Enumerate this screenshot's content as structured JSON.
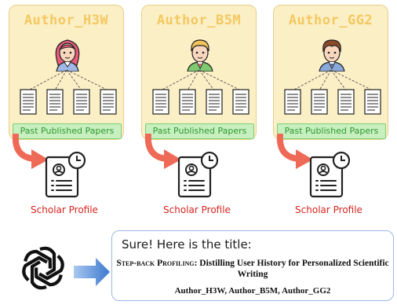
{
  "authors": [
    {
      "name": "Author_H3W",
      "avatar": "woman-pink-hair-icon",
      "papers_label": "Past Published Papers",
      "profile_label": "Scholar Profile"
    },
    {
      "name": "Author_B5M",
      "avatar": "man-blonde-green-suit-icon",
      "papers_label": "Past Published Papers",
      "profile_label": "Scholar Profile"
    },
    {
      "name": "Author_GG2",
      "avatar": "man-brown-hair-icon",
      "papers_label": "Past Published Papers",
      "profile_label": "Scholar Profile"
    }
  ],
  "icons": {
    "paper": "document-icon",
    "profile": "scholar-profile-icon",
    "flow_arrow": "curved-arrow-icon",
    "model": "openai-logo-icon",
    "output_arrow": "right-arrow-icon"
  },
  "output": {
    "intro": "Sure! Here is the title:",
    "title_smallcaps": "Step-back Profiling",
    "title_rest": ": Distilling User History for Personalized Scientific Writing",
    "authors": "Author_H3W, Author_B5M, Author_GG2"
  },
  "colors": {
    "author_panel": "#fbefc6",
    "author_name": "#f4c860",
    "papers_label_bg": "#c7efc0",
    "papers_label_text": "#2f9a2f",
    "profile_label": "#d8241f",
    "flow_arrow": "#ee6a56",
    "output_arrow": "#4a86d4",
    "output_border": "#9db8e6"
  }
}
